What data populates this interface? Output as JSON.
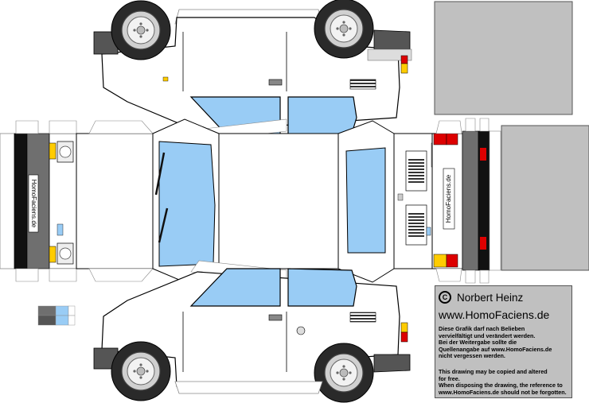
{
  "info_panel": {
    "author": "Norbert Heinz",
    "website": "www.HomoFaciens.de",
    "cc_symbol": "C",
    "notice_de": "Diese Grafik darf nach Belieben\nvervielfältigt und verändert werden.\nBei der Weitergabe sollte die\nQuellenangabe auf www.HomoFaciens.de\nnicht vergessen werden.",
    "notice_en": "This drawing may be copied and altered\nfor free.\nWhen disposing the drawing, the reference to\nwww.HomoFaciens.de should not be forgotten."
  },
  "plates": {
    "front": "HomoFaciens.de",
    "rear": "HomoFaciens.de"
  },
  "colors": {
    "body": "#ffffff",
    "glass": "#99ccf5",
    "panel_gray": "#c0c0c0",
    "tire": "#2a2a2a",
    "bumper": "#555555",
    "indicator": "#ffcc00",
    "tail_red": "#dd0000"
  }
}
